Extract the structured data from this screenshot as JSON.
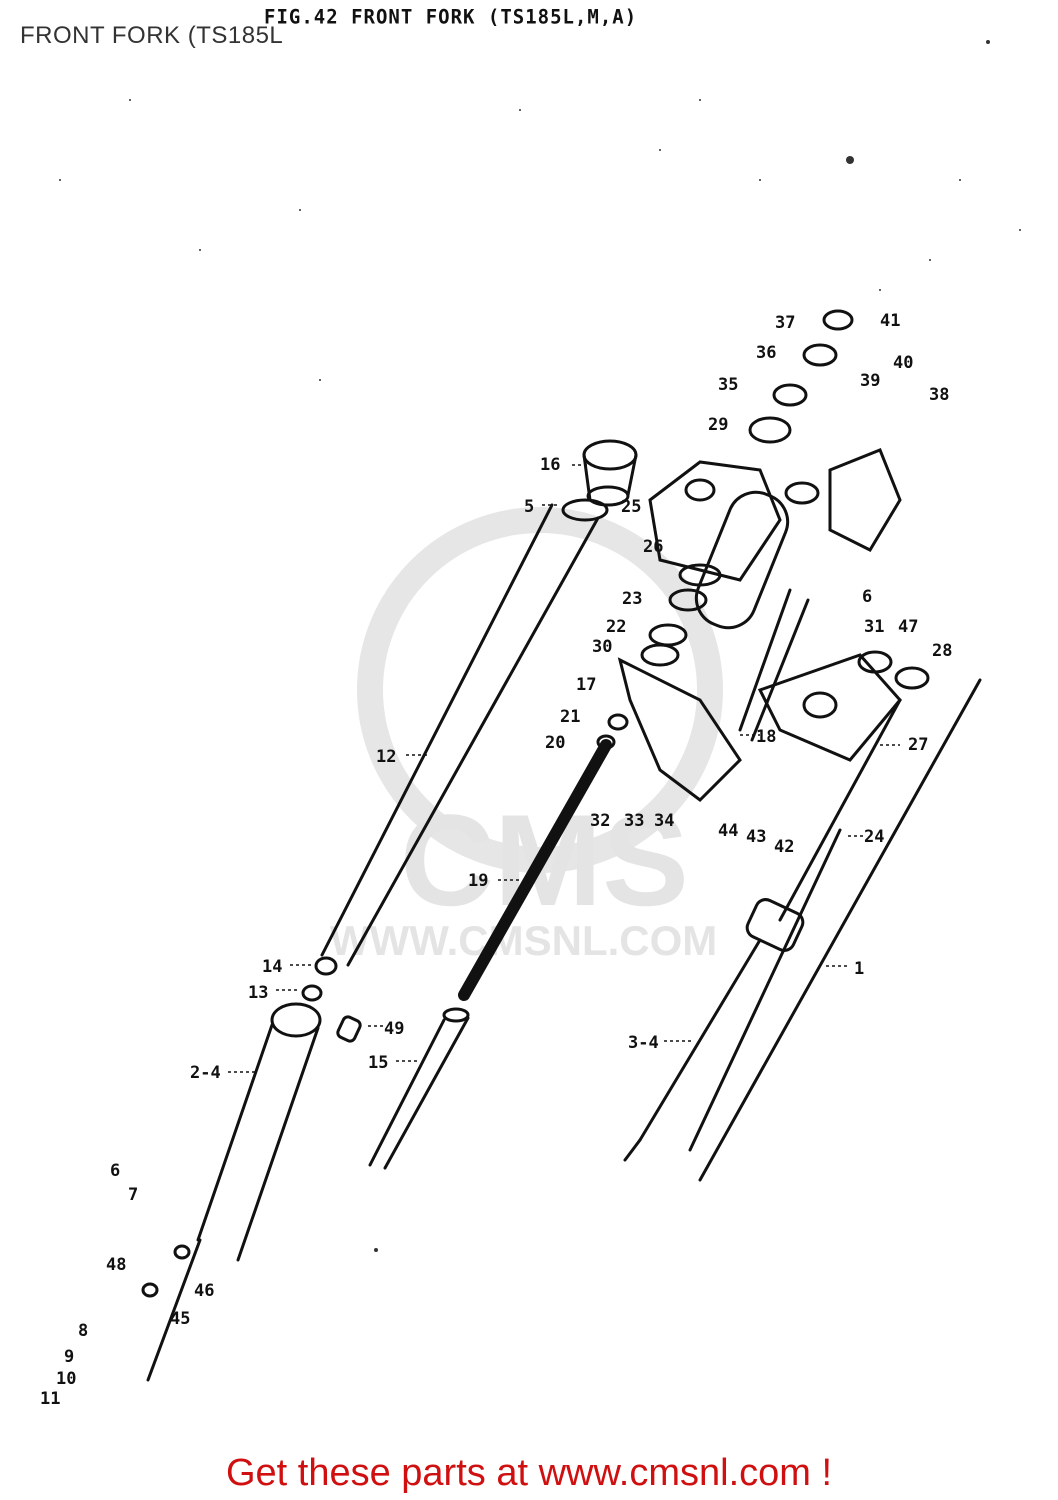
{
  "overlay_title": "FRONT FORK (TS185L",
  "fig_title": "FIG.42  FRONT FORK (TS185L,M,A)",
  "watermark": {
    "brand": "CMS",
    "url": "WWW.CMSNL.COM"
  },
  "footer": "Get these parts at www.cmsnl.com !",
  "colors": {
    "footer_text": "#d01010",
    "line_art": "#111111",
    "watermark": "#e4e4e4"
  },
  "labels": [
    "37",
    "41",
    "36",
    "40",
    "35",
    "39",
    "38",
    "29",
    "16",
    "5",
    "25",
    "26",
    "23",
    "22",
    "30",
    "6",
    "31",
    "47",
    "28",
    "17",
    "21",
    "20",
    "18",
    "27",
    "12",
    "32",
    "33",
    "34",
    "44",
    "43",
    "42",
    "24",
    "19",
    "1",
    "14",
    "13",
    "49",
    "15",
    "3-4",
    "2-4",
    "6",
    "7",
    "48",
    "46",
    "45",
    "8",
    "9",
    "10",
    "11"
  ]
}
